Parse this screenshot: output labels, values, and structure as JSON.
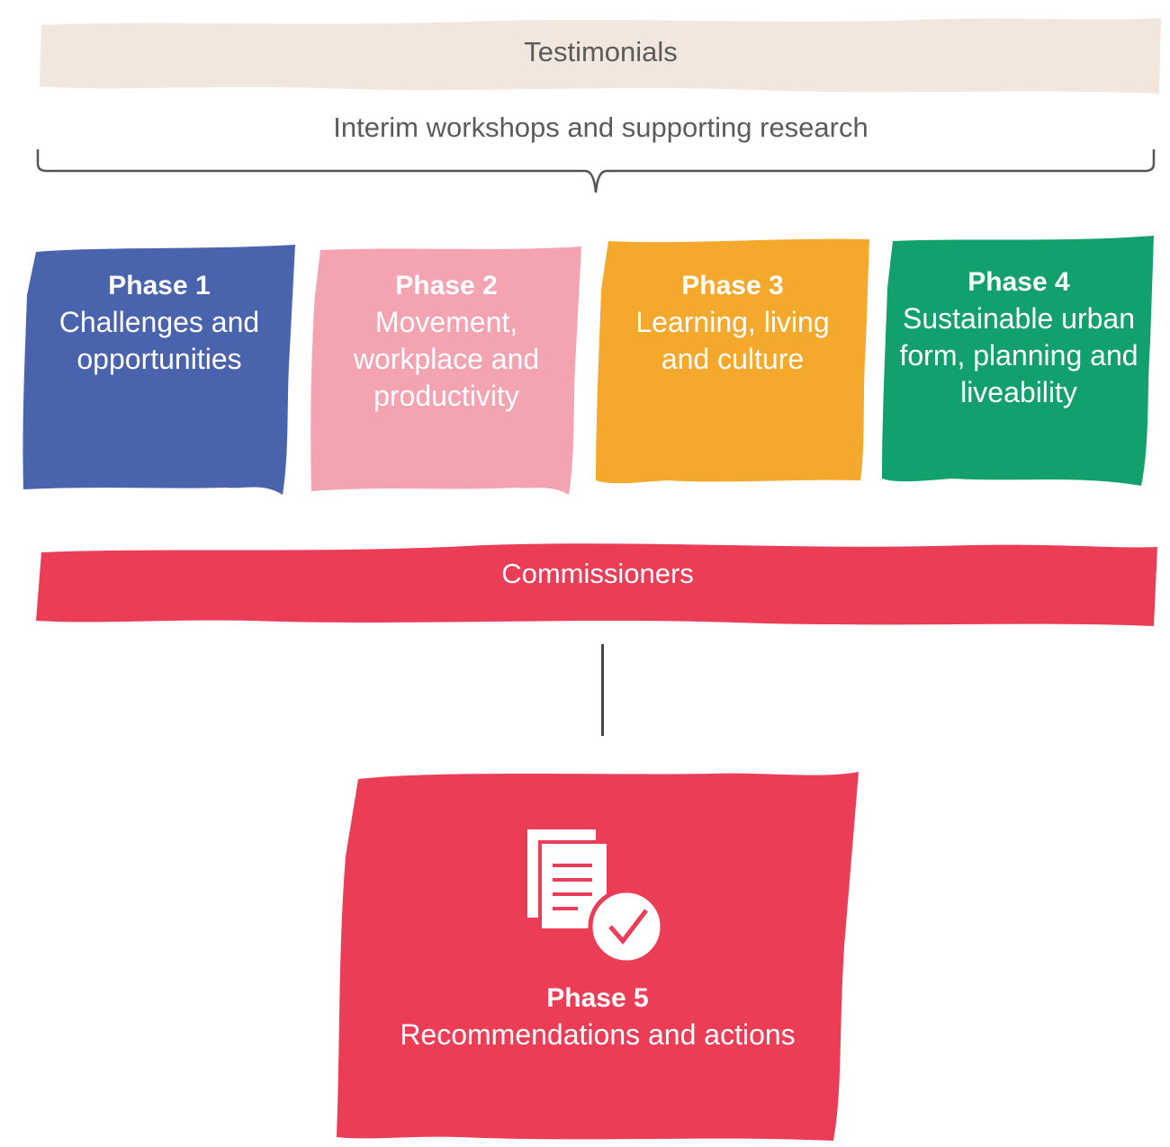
{
  "testimonials": {
    "label": "Testimonials",
    "color": "#F2E7DE",
    "text_color": "#5B5B5B"
  },
  "workshops": {
    "label": "Interim workshops and supporting research",
    "text_color": "#5B5B5B",
    "brace_color": "#555555"
  },
  "phases": [
    {
      "title": "Phase 1",
      "text": "Challenges and opportunities",
      "color": "#4A63AD"
    },
    {
      "title": "Phase 2",
      "text": "Movement, workplace and productivity",
      "color": "#F4A3B1"
    },
    {
      "title": "Phase 3",
      "text": "Learning, living and culture",
      "color": "#F4A82C"
    },
    {
      "title": "Phase 4",
      "text": "Sustainable urban form, planning and liveability",
      "color": "#12A06E"
    }
  ],
  "commissioners": {
    "label": "Commissioners",
    "color": "#EC3D57"
  },
  "connector_color": "#444444",
  "phase5": {
    "title": "Phase 5",
    "text": "Recommendations and actions",
    "color": "#EC3D57",
    "icon": "documents-check-icon"
  }
}
